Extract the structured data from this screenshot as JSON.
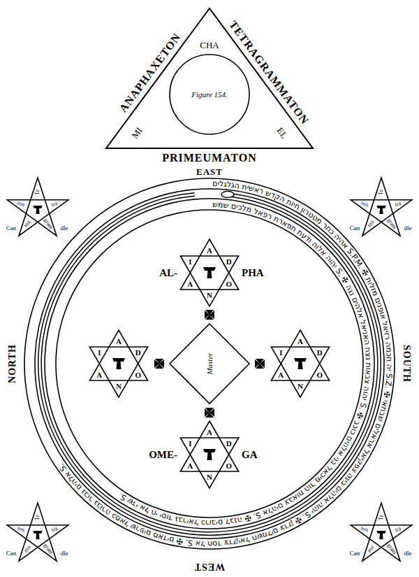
{
  "diagram": {
    "nodes": [
      {
        "text": [
          "ANAPHAXETON",
          "TETRAGRAMMATON",
          "PRIMEUMATON",
          "CHA",
          "EL",
          "MI"
        ]
      },
      {
        "text": [
          "Figure 154."
        ],
        "in": 0
      },
      {
        "text": [
          "Te",
          "tra",
          "gram",
          "ma",
          "ton",
          "Can",
          "dle"
        ]
      },
      {
        "text": [
          "Te",
          "tra",
          "gram",
          "ma",
          "ton",
          "Can",
          "dle"
        ]
      },
      {
        "text": [
          "אהיה כתר מטטרון חיות הקדש ראשית הגלגלים S.P.M. ✠ יה חכמה רזיאל אופנים מזלות S.Z. ✠ יהוה אלהים בינה צפקיאל אראלים שבתאי S. ✠ אל חסד צדקיאל חשמלים צדק S. ✠ אלהים גבור גבורה כמאל שרפים מאדים S.",
          "יהוה אלוה ודעת תפארת רפאל מלכים שמש S. ✠ יהוה צבאות נצח האניאל אלהים נגה S. ✠ אלהים צבאות הוד מיכאל בני אלהים כוכב S. ✠ שדי אל חי יסוד גבריאל כרובים לבנה S."
        ]
      },
      {
        "text": [
          "A",
          "D",
          "O",
          "N",
          "A",
          "I",
          "AL-",
          "PHA"
        ],
        "in": 4
      },
      {
        "text": [
          "A",
          "D",
          "O",
          "N",
          "A",
          "I"
        ],
        "in": 4
      },
      {
        "text": [
          "Master"
        ],
        "in": 4
      },
      {
        "text": [
          "A",
          "D",
          "O",
          "N",
          "A",
          "I"
        ],
        "in": 4
      },
      {
        "text": [
          "A",
          "D",
          "O",
          "N",
          "A",
          "I",
          "OME-",
          "GA"
        ],
        "in": 4
      },
      {
        "text": [
          "Te",
          "tra",
          "gram",
          "ma",
          "ton",
          "Can",
          "dle"
        ]
      },
      {
        "text": [
          "Te",
          "tra",
          "gram",
          "ma",
          "ton",
          "Can",
          "dle"
        ]
      }
    ],
    "labels": [
      "EAST",
      "NORTH",
      "SOUTH",
      "WEST"
    ]
  }
}
